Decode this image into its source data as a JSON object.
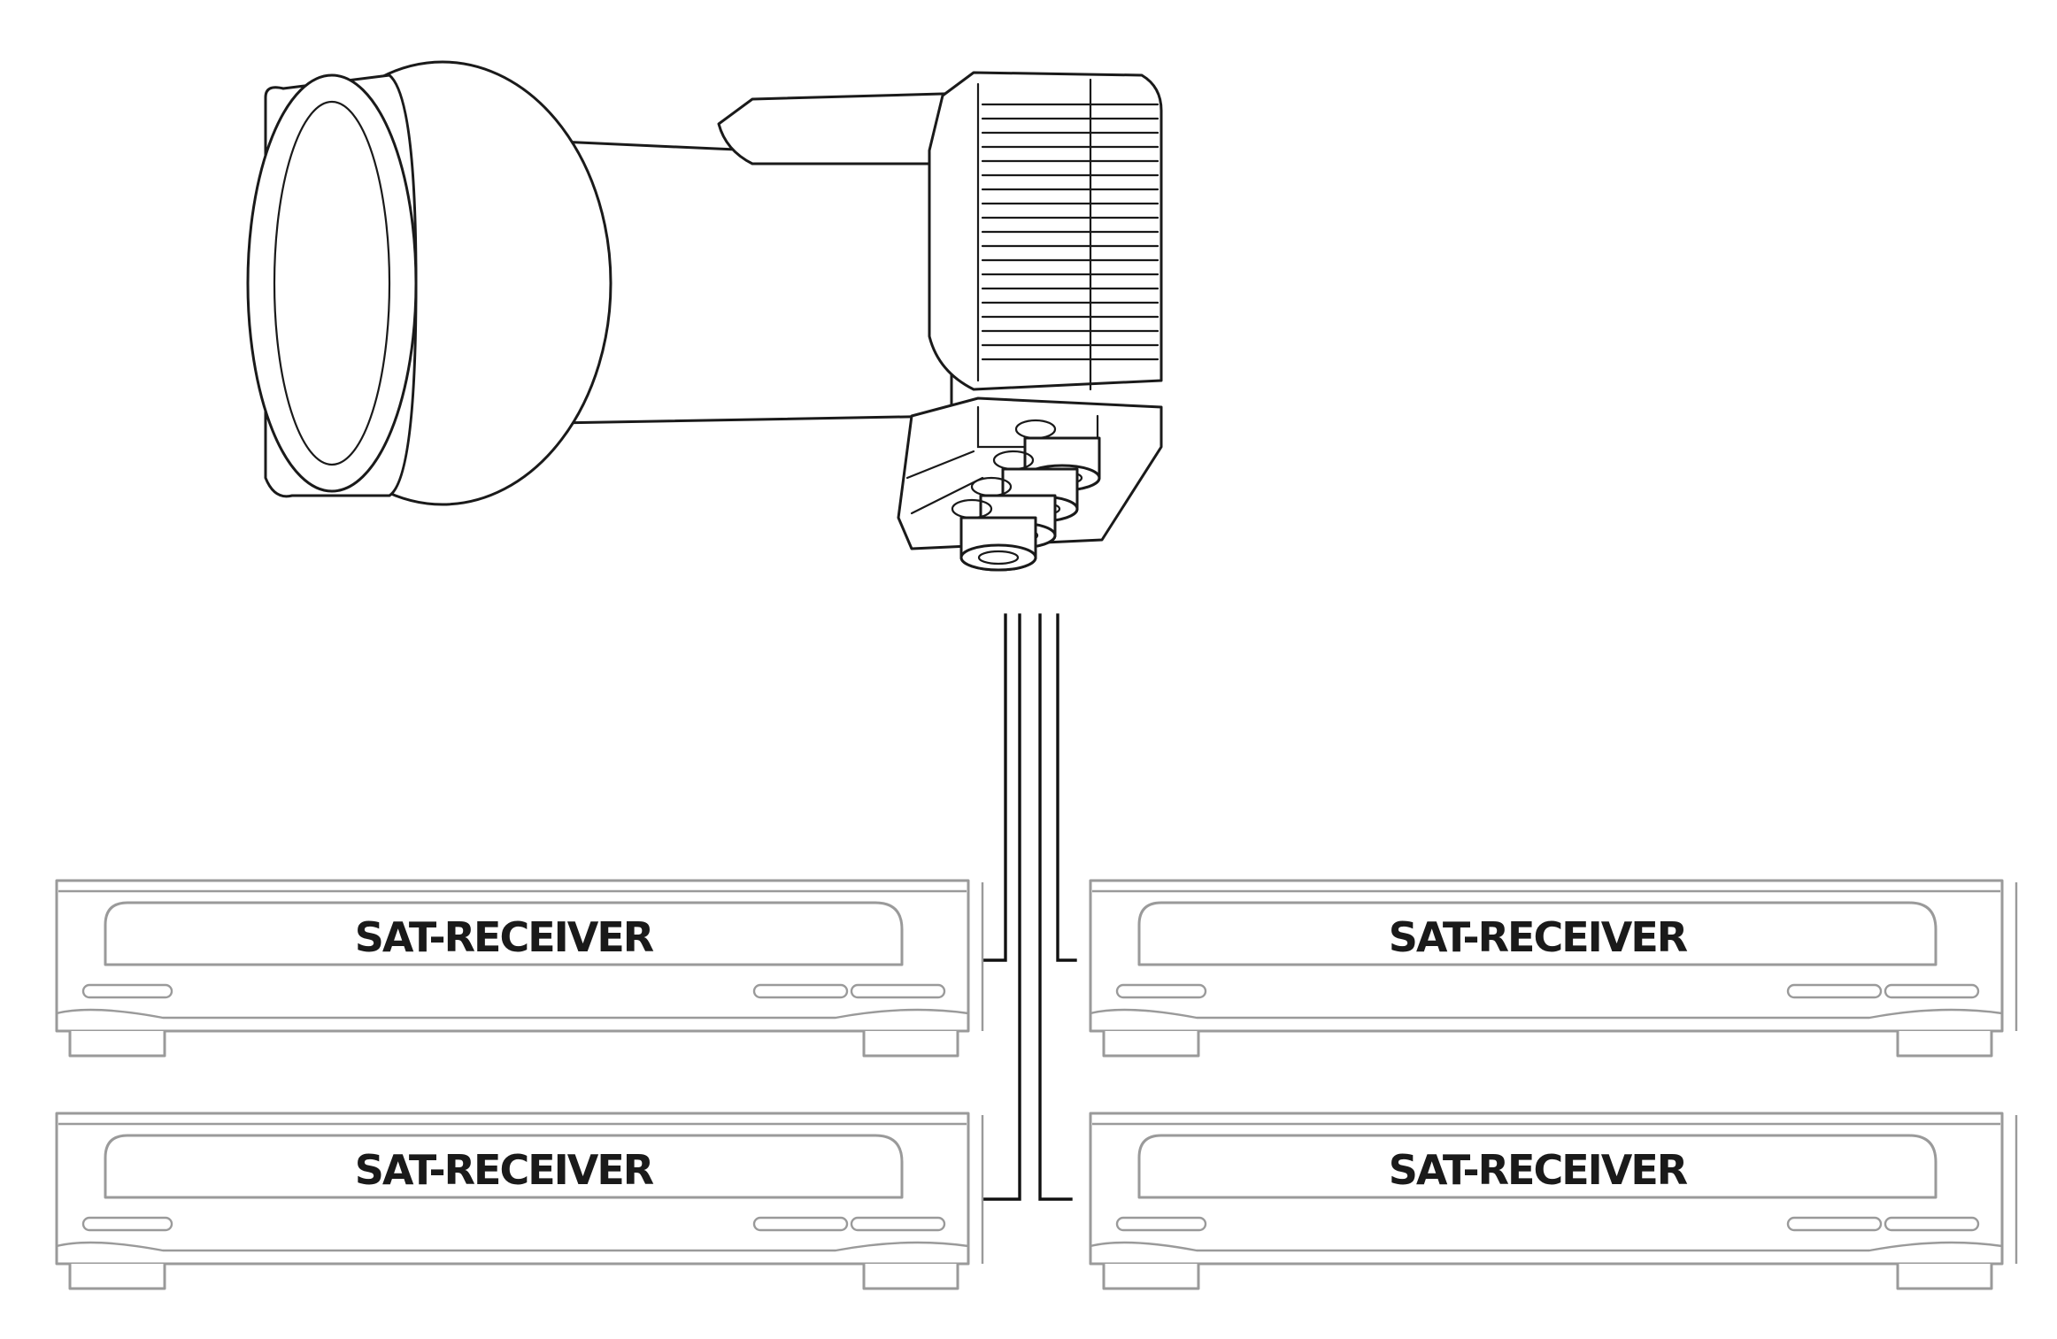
{
  "diagram": {
    "lnb": {
      "name": "quad-lnb",
      "outputs": 4
    },
    "receivers": [
      {
        "id": "top-left",
        "label": "SAT-RECEIVER"
      },
      {
        "id": "top-right",
        "label": "SAT-RECEIVER"
      },
      {
        "id": "bottom-left",
        "label": "SAT-RECEIVER"
      },
      {
        "id": "bottom-right",
        "label": "SAT-RECEIVER"
      }
    ],
    "colors": {
      "lnb_stroke": "#1a1a1a",
      "cable": "#111111",
      "receiver_stroke": "#9a9a9a",
      "label": "#1a1a1a",
      "background": "#ffffff"
    }
  }
}
